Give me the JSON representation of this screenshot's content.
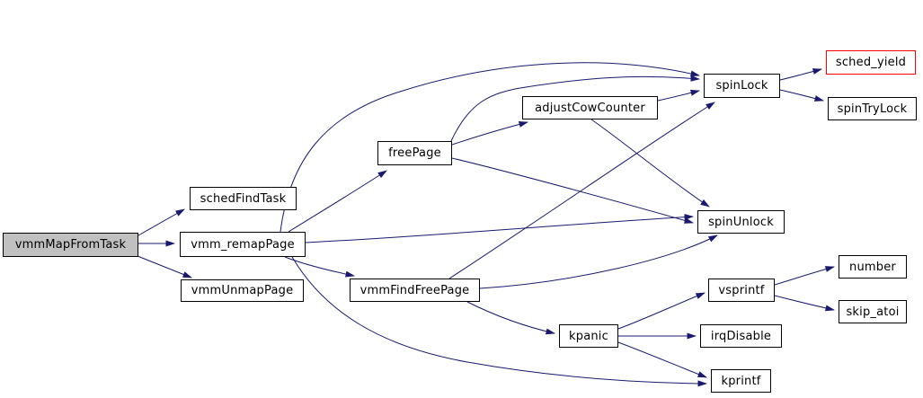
{
  "diagram": {
    "type": "call-graph",
    "colors": {
      "edge": "#191970",
      "node_border": "#000000",
      "node_fill": "#ffffff",
      "root_fill": "#c0c0c0",
      "truncated_border": "#ff0000",
      "text": "#000000",
      "background": "#ffffff"
    },
    "nodes": [
      {
        "id": "vmmMapFromTask",
        "label": "vmmMapFromTask",
        "role": "root"
      },
      {
        "id": "schedFindTask",
        "label": "schedFindTask",
        "role": "normal"
      },
      {
        "id": "vmm_remapPage",
        "label": "vmm_remapPage",
        "role": "normal"
      },
      {
        "id": "vmmUnmapPage",
        "label": "vmmUnmapPage",
        "role": "normal"
      },
      {
        "id": "freePage",
        "label": "freePage",
        "role": "normal"
      },
      {
        "id": "adjustCowCounter",
        "label": "adjustCowCounter",
        "role": "normal"
      },
      {
        "id": "spinLock",
        "label": "spinLock",
        "role": "normal"
      },
      {
        "id": "sched_yield",
        "label": "sched_yield",
        "role": "truncated"
      },
      {
        "id": "spinTryLock",
        "label": "spinTryLock",
        "role": "normal"
      },
      {
        "id": "spinUnlock",
        "label": "spinUnlock",
        "role": "normal"
      },
      {
        "id": "vmmFindFreePage",
        "label": "vmmFindFreePage",
        "role": "normal"
      },
      {
        "id": "kpanic",
        "label": "kpanic",
        "role": "normal"
      },
      {
        "id": "vsprintf",
        "label": "vsprintf",
        "role": "normal"
      },
      {
        "id": "number",
        "label": "number",
        "role": "normal"
      },
      {
        "id": "skip_atoi",
        "label": "skip_atoi",
        "role": "normal"
      },
      {
        "id": "irqDisable",
        "label": "irqDisable",
        "role": "normal"
      },
      {
        "id": "kprintf",
        "label": "kprintf",
        "role": "normal"
      }
    ],
    "edges": [
      {
        "from": "vmmMapFromTask",
        "to": "schedFindTask"
      },
      {
        "from": "vmmMapFromTask",
        "to": "vmm_remapPage"
      },
      {
        "from": "vmmMapFromTask",
        "to": "vmmUnmapPage"
      },
      {
        "from": "vmm_remapPage",
        "to": "spinLock"
      },
      {
        "from": "vmm_remapPage",
        "to": "freePage"
      },
      {
        "from": "vmm_remapPage",
        "to": "vmmFindFreePage"
      },
      {
        "from": "vmm_remapPage",
        "to": "spinUnlock"
      },
      {
        "from": "vmm_remapPage",
        "to": "kprintf"
      },
      {
        "from": "freePage",
        "to": "adjustCowCounter"
      },
      {
        "from": "freePage",
        "to": "spinLock"
      },
      {
        "from": "freePage",
        "to": "spinUnlock"
      },
      {
        "from": "adjustCowCounter",
        "to": "spinLock"
      },
      {
        "from": "adjustCowCounter",
        "to": "spinUnlock"
      },
      {
        "from": "vmmFindFreePage",
        "to": "spinLock"
      },
      {
        "from": "vmmFindFreePage",
        "to": "spinUnlock"
      },
      {
        "from": "vmmFindFreePage",
        "to": "kpanic"
      },
      {
        "from": "kpanic",
        "to": "vsprintf"
      },
      {
        "from": "kpanic",
        "to": "irqDisable"
      },
      {
        "from": "kpanic",
        "to": "kprintf"
      },
      {
        "from": "vsprintf",
        "to": "number"
      },
      {
        "from": "vsprintf",
        "to": "skip_atoi"
      },
      {
        "from": "spinLock",
        "to": "sched_yield"
      },
      {
        "from": "spinLock",
        "to": "spinTryLock"
      }
    ]
  }
}
